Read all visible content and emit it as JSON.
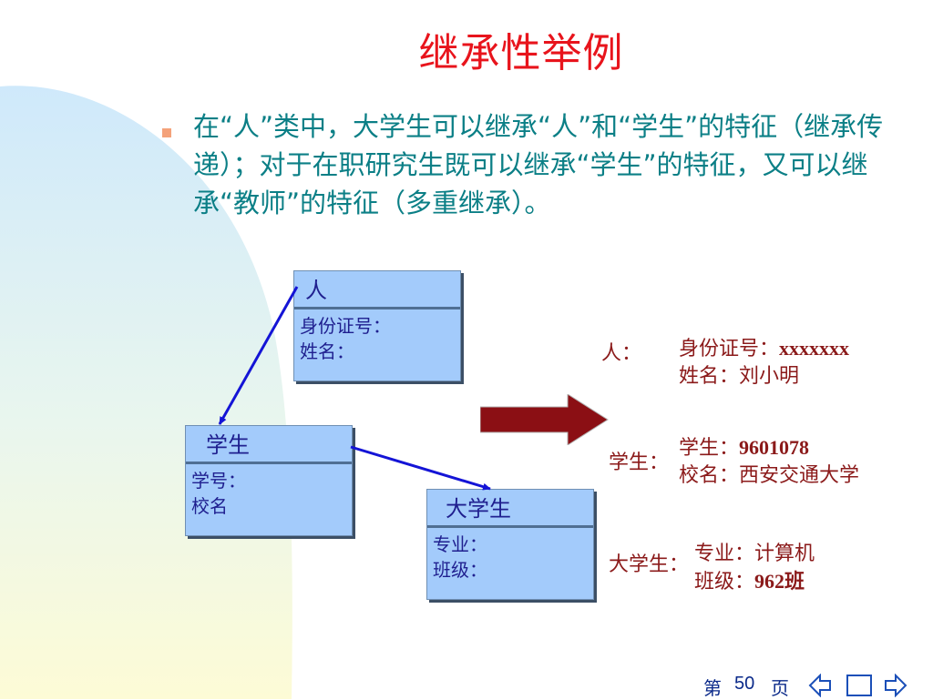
{
  "slide": {
    "title": "继承性举例",
    "paragraph": "在“人”类中，大学生可以继承“人”和“学生”的特征（继承传递）；对于在职研究生既可以继承“学生”的特征，又可以继承“教师”的特征（多重继承）。"
  },
  "classes": {
    "person": {
      "name": "人",
      "attr1": "身份证号：",
      "attr2": "姓名："
    },
    "student": {
      "name": "学生",
      "attr1": "学号：",
      "attr2": "校名"
    },
    "undergrad": {
      "name": "大学生",
      "attr1": "专业：",
      "attr2": "班级："
    }
  },
  "instance": {
    "person_label": "人：",
    "id_label": "身份证号：",
    "id_value": "xxxxxxx",
    "name_line": "姓名：刘小明",
    "student_label": "学生：",
    "sid_label": "学生：",
    "sid_value": "9601078",
    "school_line": "校名：西安交通大学",
    "ug_label": "大学生：",
    "major_line": "专业：计算机",
    "class_label": "班级：",
    "class_value": "962班"
  },
  "footer": {
    "page_prefix": "第",
    "page_number": "50",
    "page_suffix": "页"
  },
  "colors": {
    "title": "#e8141c",
    "text": "#0b7f86",
    "class_fill": "#a3cbfb",
    "instance_text": "#8b1a1a",
    "arrow_fill": "#8b0f14",
    "link": "#1414d6"
  }
}
